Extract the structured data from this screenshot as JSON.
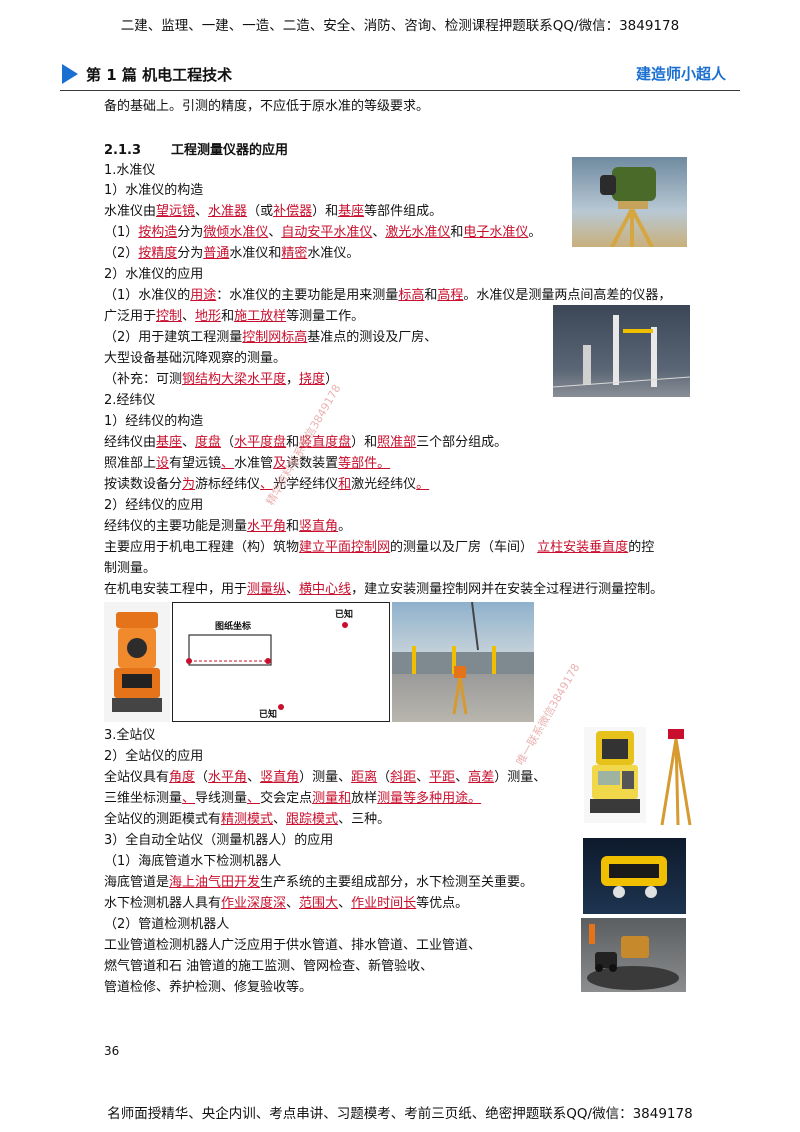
{
  "top_banner": "二建、监理、一建、一造、二造、安全、消防、咨询、检测课程押题联系QQ/微信：3849178",
  "header": {
    "chapter": "第 1 篇  机电工程技术",
    "brand": "建造师小超人"
  },
  "l00": "备的基础上。引测的精度，不应低于原水准的等级要求。",
  "section": {
    "num": "2.1.3",
    "title": "工程测量仪器的应用"
  },
  "l01": "1.水准仪",
  "l02": "1）水准仪的构造",
  "l03": [
    "水准仪由",
    "望远镜",
    "、",
    "水准器",
    "（或",
    "补偿器",
    "）和",
    "基座",
    "等部件组成。"
  ],
  "l04": [
    "（1）",
    "按构造",
    "分为",
    "微倾水准仪",
    "、",
    "自动安平水准仪",
    "、",
    "激光水准仪",
    "和",
    "电子水准仪",
    "。"
  ],
  "l05": [
    "（2）",
    "按精度",
    "分为",
    "普通",
    "水准仪和",
    "精密",
    "水准仪。"
  ],
  "l06": "2）水准仪的应用",
  "l07": [
    "（1）水准仪的",
    "用途",
    "：水准仪的主要功能是用来测量",
    "标高",
    "和",
    "高程",
    "。水准仪是测量两点间高差的仪器，"
  ],
  "l08": [
    "广泛用于",
    "控制",
    "、",
    "地形",
    "和",
    "施工放样",
    "等测量工作。"
  ],
  "l09": [
    "（2）用于建筑工程测量",
    "控制网标高",
    "基准点的测设及厂房、"
  ],
  "l10": "大型设备基础沉降观察的测量。",
  "l11": [
    "（补充：可测",
    "钢结构大梁水平度",
    "，",
    "挠度",
    "）"
  ],
  "l12": "2.经纬仪",
  "l13": "1）经纬仪的构造",
  "l14": [
    "经纬仪由",
    "基座",
    "、",
    "度盘",
    "（",
    "水平度盘",
    "和",
    "竖直度盘",
    "）和",
    "照准部",
    "三个部分组成。"
  ],
  "l15": [
    "照准部上",
    "设",
    "有望远镜",
    "、",
    "水准管",
    "及",
    "读数装置",
    "等部件。"
  ],
  "l16": [
    "按读数设备分",
    "为",
    "游标经纬仪",
    "、",
    "光学经纬仪",
    "和",
    "激光经纬仪",
    "。"
  ],
  "l17": "2）经纬仪的应用",
  "l18": [
    "经纬仪的主要功能是测量",
    "水平角",
    "和",
    "竖直角",
    "。"
  ],
  "l19": [
    "主要应用于机电工程建（构）筑物",
    "建立平面控制网",
    "的测量以及厂房（车间）  ",
    "立柱安装垂直度",
    "的控"
  ],
  "l20": "制测量。",
  "l21": [
    "在机电安装工程中，用于",
    "测量纵",
    "、",
    "横中心线",
    "，建立安装测量控制网并在安装全过程进行测量控制。"
  ],
  "diagram": {
    "drawing_label": "图纸坐标",
    "known_top": "已知",
    "known_bottom": "已知"
  },
  "l22": "3.全站仪",
  "l23": "2）全站仪的应用",
  "l24": [
    "全站仪具有",
    "角度",
    "（",
    "水平角",
    "、",
    "竖直角",
    "）测量、",
    "距离",
    "（",
    "斜距",
    "、",
    "平距",
    "、",
    "高差",
    "）测量、"
  ],
  "l25": [
    "三维坐标测量",
    "、",
    "导线测量",
    "、",
    "交会定点",
    "测量和",
    "放样",
    "测量等多种用途。"
  ],
  "l26": [
    "全站仪的测距模式有",
    "精测模式",
    "、",
    "跟踪模式",
    "、三种。"
  ],
  "l27": "3）全自动全站仪（测量机器人）的应用",
  "l28": "（1）海底管道水下检测机器人",
  "l29": [
    "海底管道是",
    "海上油气田开发",
    "生产系统的主要组成部分，水下检测至关重要。"
  ],
  "l30": [
    "水下检测机器人具有",
    "作业深度深",
    "、",
    "范围大",
    "、",
    "作业时间长",
    "等优点。"
  ],
  "l31": "（2）管道检测机器人",
  "l32": "工业管道检测机器人广泛应用于供水管道、排水管道、工业管道、",
  "l33": "燃气管道和石 油管道的施工监测、管网检查、新管验收、",
  "l34": "管道检修、养护检测、修复验收等。",
  "page_number": "36",
  "footer": "名师面授精华、央企内训、考点串讲、习题模考、考前三页纸、绝密押题联系QQ/微信：3849178",
  "watermarks": [
    "精华资料联系微信3849178",
    "唯一联系微信3849178"
  ],
  "colors": {
    "accent": "#1a6fd1",
    "highlight": "#c8102e"
  }
}
